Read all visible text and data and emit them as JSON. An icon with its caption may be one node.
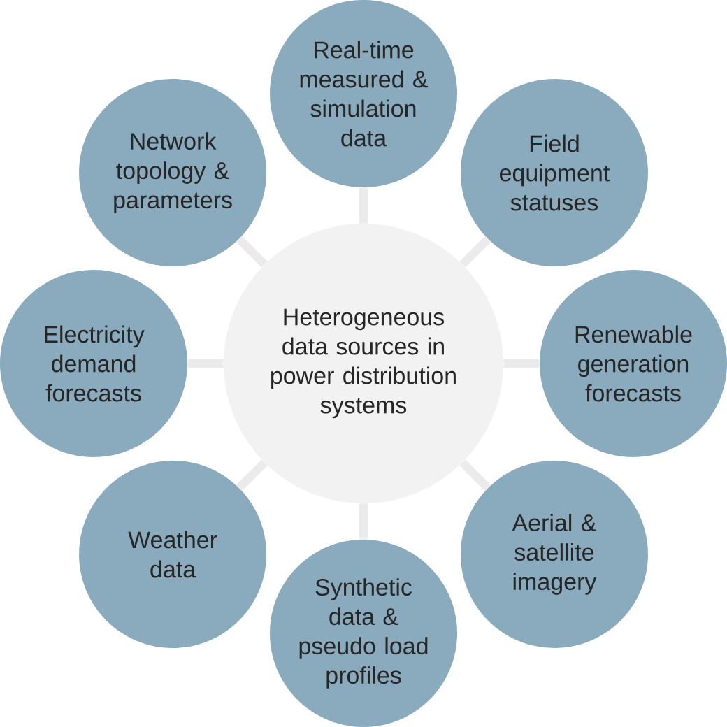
{
  "diagram": {
    "nodes": [
      {
        "text": [
          "Heterogeneous data sources in power distribution systems"
        ]
      },
      {
        "text": [
          "Real-time measured & simulation data"
        ]
      },
      {
        "text": [
          "Field equipment statuses"
        ]
      },
      {
        "text": [
          "Renewable generation forecasts"
        ]
      },
      {
        "text": [
          "Aerial & satellite imagery"
        ]
      },
      {
        "text": [
          "Synthetic data & pseudo load profiles"
        ]
      },
      {
        "text": [
          "Weather data"
        ]
      },
      {
        "text": [
          "Electricity demand forecasts"
        ]
      },
      {
        "text": [
          "Network topology & parameters"
        ]
      }
    ],
    "edges": [
      {
        "from": 0,
        "to": 1,
        "arrow": "none"
      },
      {
        "from": 0,
        "to": 2,
        "arrow": "none"
      },
      {
        "from": 0,
        "to": 3,
        "arrow": "none"
      },
      {
        "from": 0,
        "to": 4,
        "arrow": "none"
      },
      {
        "from": 0,
        "to": 5,
        "arrow": "none"
      },
      {
        "from": 0,
        "to": 6,
        "arrow": "none"
      },
      {
        "from": 0,
        "to": 7,
        "arrow": "none"
      },
      {
        "from": 0,
        "to": 8,
        "arrow": "none"
      }
    ]
  }
}
